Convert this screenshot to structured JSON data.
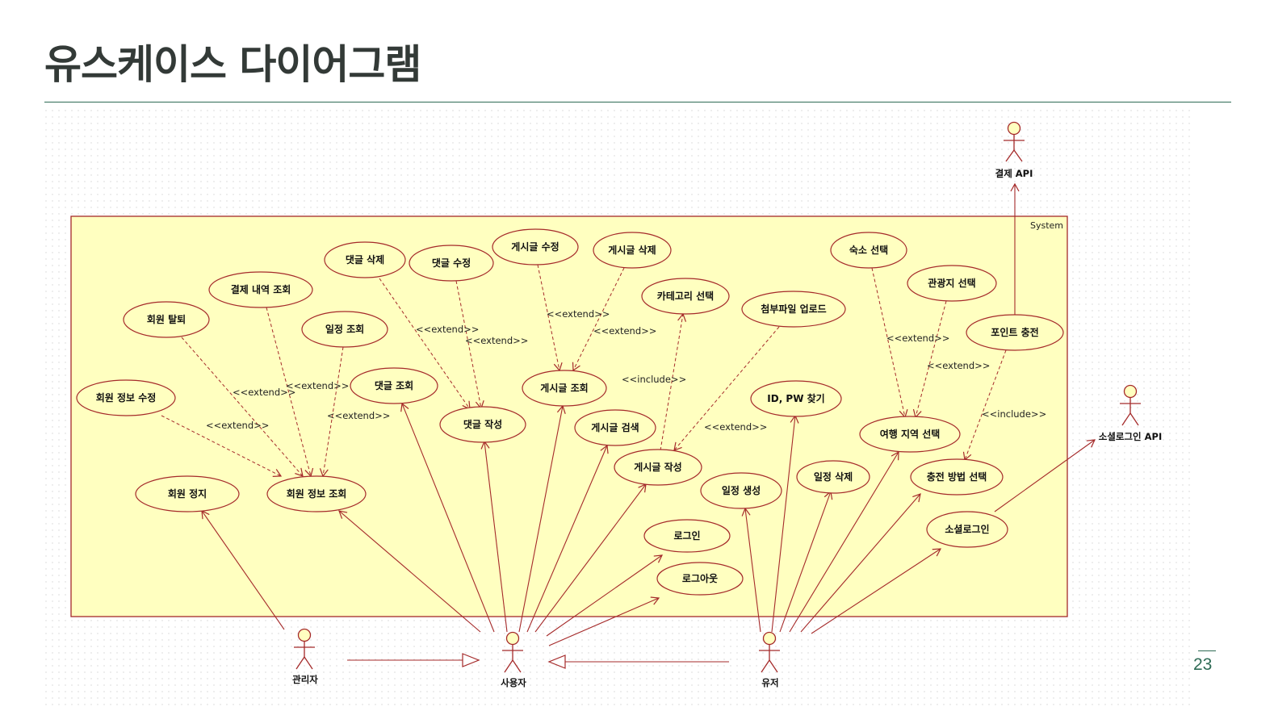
{
  "title": "유스케이스 다이어그램",
  "page_number": "23",
  "colors": {
    "system_fill": "#ffffc0",
    "edge": "#a52a2a",
    "title": "#333a37",
    "accent": "#2e6b55"
  },
  "system": {
    "label": "System"
  },
  "actors": {
    "admin": "관리자",
    "user": "사용자",
    "member": "유저",
    "payment_api": "결제 API",
    "social_api": "소셜로그인 API"
  },
  "usecases": {
    "member_withdraw": "회원 탈퇴",
    "payment_history": "결제 내역 조회",
    "comment_delete": "댓글 삭제",
    "comment_edit": "댓글 수정",
    "post_edit": "게시글 수정",
    "post_delete": "게시글 삭제",
    "category_select": "카테고리 선택",
    "attachment_upload": "첨부파일 업로드",
    "lodging_select": "숙소 선택",
    "tourist_select": "관광지 선택",
    "point_charge": "포인트 충전",
    "schedule_view": "일정 조회",
    "member_edit": "회원 정보 수정",
    "comment_view": "댓글 조회",
    "post_view": "게시글 조회",
    "comment_write": "댓글 작성",
    "post_search": "게시글 검색",
    "post_write": "게시글 작성",
    "find_id_pw": "ID, PW 찾기",
    "region_select": "여행 지역 선택",
    "member_suspend": "회원 정지",
    "member_view": "회원 정보 조회",
    "schedule_create": "일정 생성",
    "schedule_delete": "일정 삭제",
    "charge_method": "충전 방법 선택",
    "login": "로그인",
    "logout": "로그아웃",
    "social_login": "소셜로그인"
  },
  "stereotypes": {
    "extend": "<<extend>>",
    "include": "<<include>>"
  }
}
